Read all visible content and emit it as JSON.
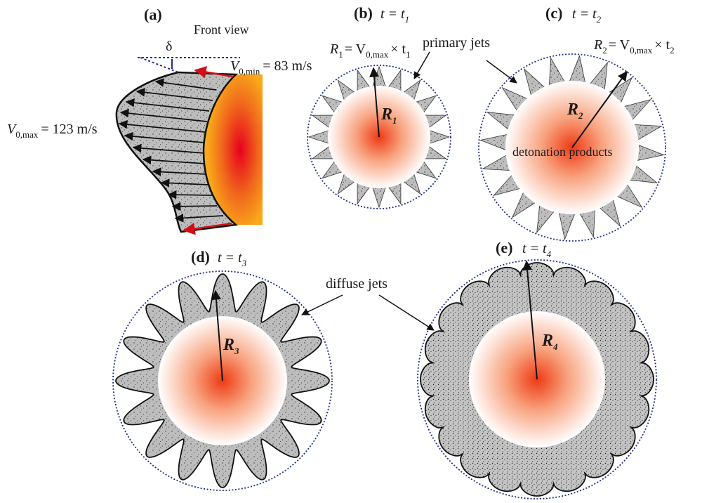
{
  "panel_a": {
    "label": "(a)",
    "view_label": "Front view",
    "delta": "δ",
    "vmin_symbol": "V",
    "vmin_sub": "0,min",
    "vmin_value": "= 83 m/s",
    "vmax_symbol": "V",
    "vmax_sub": "0,max",
    "vmax_value": "= 123 m/s"
  },
  "panel_b": {
    "label": "(b)",
    "t_eq": "t = t",
    "t_sub": "1",
    "formula_R": "R",
    "formula_R_sub": "1",
    "formula_rest": "= V",
    "formula_v_sub": "0,max",
    "formula_times": "× t",
    "formula_t_sub": "1",
    "radius_label": "R",
    "radius_sub": "1",
    "annotation": "primary jets"
  },
  "panel_c": {
    "label": "(c)",
    "t_eq": "t = t",
    "t_sub": "2",
    "formula_R": "R",
    "formula_R_sub": "2",
    "formula_rest": "= V",
    "formula_v_sub": "0,max",
    "formula_times": "× t",
    "formula_t_sub": "2",
    "radius_label": "R",
    "radius_sub": "2",
    "center_label": "detonation products"
  },
  "panel_d": {
    "label": "(d)",
    "t_eq": "t = t",
    "t_sub": "3",
    "radius_label": "R",
    "radius_sub": "3",
    "annotation": "diffuse jets"
  },
  "panel_e": {
    "label": "(e)",
    "t_eq": "t = t",
    "t_sub": "4",
    "radius_label": "R",
    "radius_sub": "4"
  },
  "colors": {
    "jet_fill": "#b8b8b8",
    "boundary": "#1f2d8a",
    "red_arrow": "#d0101a",
    "core_center": "#ee3a14",
    "core_edge": "#ffffff",
    "orange": "#f79a1c"
  }
}
